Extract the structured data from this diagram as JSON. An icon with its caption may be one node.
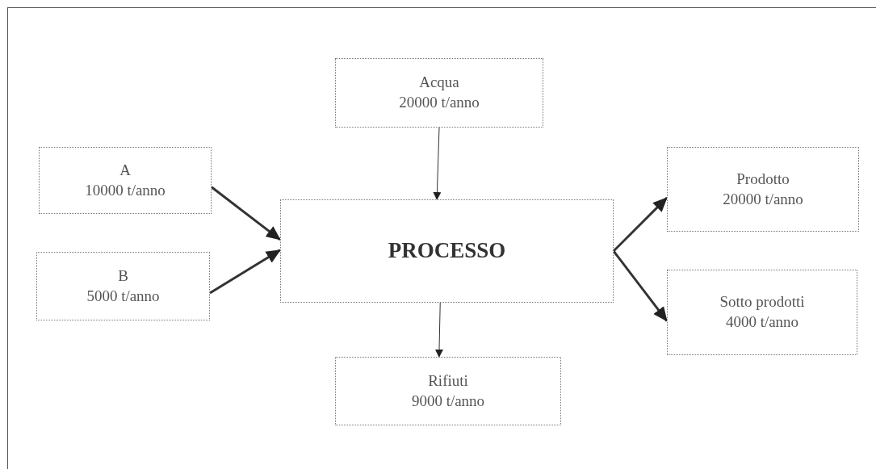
{
  "diagram": {
    "nodes": [
      {
        "text": [
          "Acqua",
          "20000 t/anno"
        ]
      },
      {
        "text": [
          "A",
          "10000 t/anno"
        ]
      },
      {
        "text": [
          "B",
          "5000 t/anno"
        ]
      },
      {
        "text": [
          "PROCESSO"
        ]
      },
      {
        "text": [
          "Prodotto",
          "20000 t/anno"
        ]
      },
      {
        "text": [
          "Sotto prodotti",
          "4000 t/anno"
        ]
      },
      {
        "text": [
          "Rifiuti",
          "9000 t/anno"
        ]
      }
    ],
    "edges": [
      {
        "from": 0,
        "to": 3,
        "arrow": "to"
      },
      {
        "from": 1,
        "to": 3,
        "arrow": "to"
      },
      {
        "from": 2,
        "to": 3,
        "arrow": "to"
      },
      {
        "from": 3,
        "to": 4,
        "arrow": "to"
      },
      {
        "from": 3,
        "to": 5,
        "arrow": "to"
      },
      {
        "from": 3,
        "to": 6,
        "arrow": "to"
      }
    ]
  }
}
